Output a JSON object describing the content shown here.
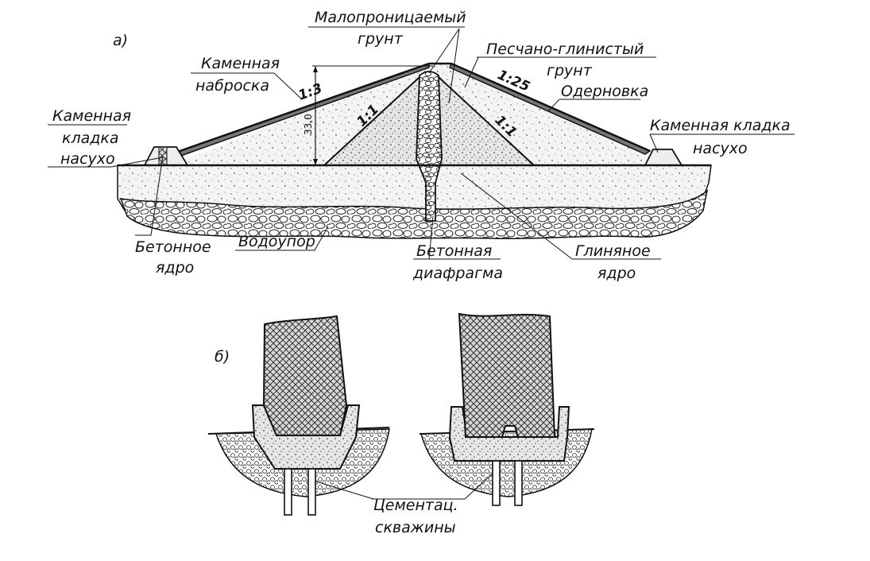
{
  "figure_a": {
    "panel_label": "а)",
    "labels": {
      "low_permeable_soil_line1": "Малопроницаемый",
      "low_permeable_soil_line2": "грунт",
      "sandy_clay_soil_line1": "Песчано-глинистый",
      "sandy_clay_soil_line2": "грунт",
      "stone_riprap_line1": "Каменная",
      "stone_riprap_line2": "наброска",
      "turfing": "Одерновка",
      "dry_masonry_left_line1": "Каменная",
      "dry_masonry_left_line2": "кладка",
      "dry_masonry_left_line3": "насухо",
      "dry_masonry_right_line1": "Каменная кладка",
      "dry_masonry_right_line2": "насухо",
      "concrete_core_line1": "Бетонное",
      "concrete_core_line2": "ядро",
      "aquiclude": "Водоупор",
      "concrete_diaphragm_line1": "Бетонная",
      "concrete_diaphragm_line2": "диафрагма",
      "clay_core_line1": "Глиняное",
      "clay_core_line2": "ядро"
    },
    "slopes": {
      "upstream": "1:3",
      "downstream": "1:25",
      "core_left": "1:1",
      "core_right": "1:1"
    },
    "dimension": "33,0"
  },
  "figure_b": {
    "panel_label": "б)",
    "labels": {
      "grout_holes_line1": "Цементац.",
      "grout_holes_line2": "скважины"
    }
  }
}
